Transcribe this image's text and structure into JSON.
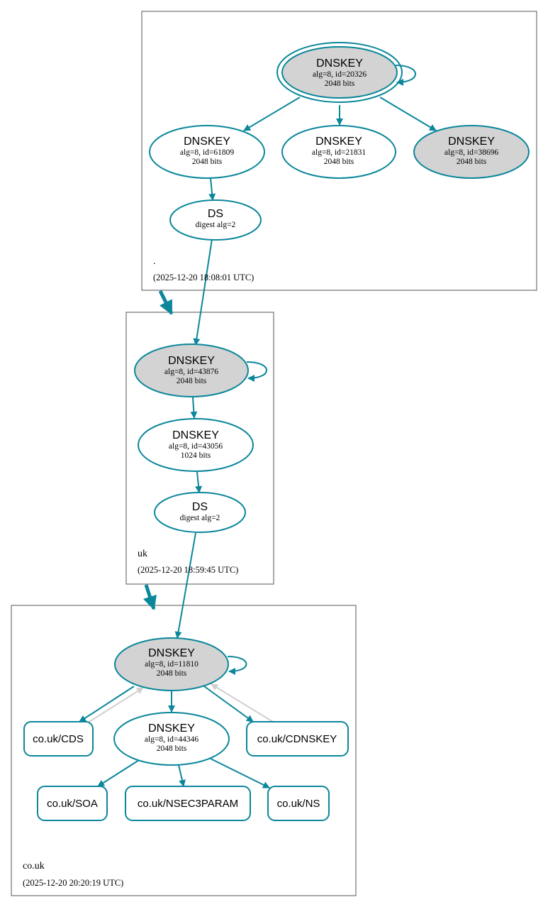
{
  "colors": {
    "edge": "#0a879a",
    "ksk_fill": "#d3d3d3",
    "zsk_fill": "#ffffff",
    "nsec_edge": "#d0d0d0"
  },
  "zones": {
    "root": {
      "name": ".",
      "timestamp": "(2025-12-20 18:08:01 UTC)"
    },
    "uk": {
      "name": "uk",
      "timestamp": "(2025-12-20 18:59:45 UTC)"
    },
    "couk": {
      "name": "co.uk",
      "timestamp": "(2025-12-20 20:20:19 UTC)"
    }
  },
  "nodes": {
    "root_ksk": {
      "title": "DNSKEY",
      "line1": "alg=8, id=20326",
      "line2": "2048 bits"
    },
    "root_zsk1": {
      "title": "DNSKEY",
      "line1": "alg=8, id=61809",
      "line2": "2048 bits"
    },
    "root_zsk2": {
      "title": "DNSKEY",
      "line1": "alg=8, id=21831",
      "line2": "2048 bits"
    },
    "root_ksk2": {
      "title": "DNSKEY",
      "line1": "alg=8, id=38696",
      "line2": "2048 bits"
    },
    "root_ds": {
      "title": "DS",
      "line1": "digest alg=2"
    },
    "uk_ksk": {
      "title": "DNSKEY",
      "line1": "alg=8, id=43876",
      "line2": "2048 bits"
    },
    "uk_zsk": {
      "title": "DNSKEY",
      "line1": "alg=8, id=43056",
      "line2": "1024 bits"
    },
    "uk_ds": {
      "title": "DS",
      "line1": "digest alg=2"
    },
    "couk_ksk": {
      "title": "DNSKEY",
      "line1": "alg=8, id=11810",
      "line2": "2048 bits"
    },
    "couk_zsk": {
      "title": "DNSKEY",
      "line1": "alg=8, id=44346",
      "line2": "2048 bits"
    },
    "couk_cds": {
      "label": "co.uk/CDS"
    },
    "couk_cdnskey": {
      "label": "co.uk/CDNSKEY"
    },
    "couk_soa": {
      "label": "co.uk/SOA"
    },
    "couk_nsec3param": {
      "label": "co.uk/NSEC3PARAM"
    },
    "couk_ns": {
      "label": "co.uk/NS"
    }
  }
}
